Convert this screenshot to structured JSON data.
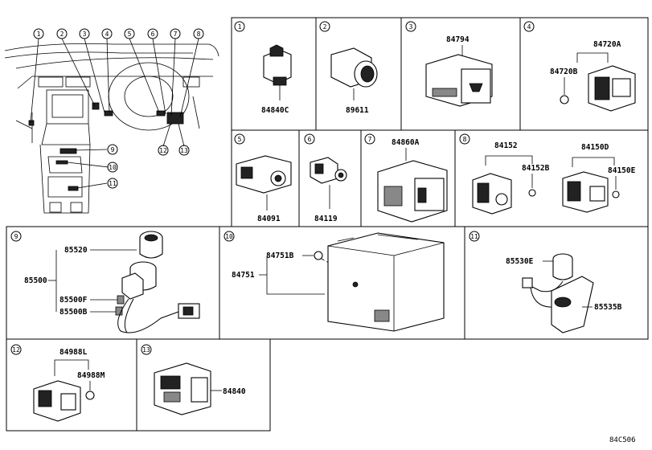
{
  "diagram_code": "84C506",
  "overview": {
    "callouts": [
      "1",
      "2",
      "3",
      "4",
      "5",
      "6",
      "7",
      "8",
      "9",
      "10",
      "11",
      "12",
      "13"
    ]
  },
  "panels": [
    {
      "index": "1",
      "parts": [
        "84840C"
      ]
    },
    {
      "index": "2",
      "parts": [
        "89611"
      ]
    },
    {
      "index": "3",
      "parts": [
        "84794"
      ]
    },
    {
      "index": "4",
      "parts": [
        "84720A",
        "84720B"
      ]
    },
    {
      "index": "5",
      "parts": [
        "84091"
      ]
    },
    {
      "index": "6",
      "parts": [
        "84119"
      ]
    },
    {
      "index": "7",
      "parts": [
        "84860A"
      ]
    },
    {
      "index": "8",
      "parts": [
        "84152",
        "84152B",
        "84150D",
        "84150E"
      ]
    },
    {
      "index": "9",
      "parts": [
        "85520",
        "85500",
        "85500F",
        "85500B"
      ]
    },
    {
      "index": "10",
      "parts": [
        "84751B",
        "84751"
      ]
    },
    {
      "index": "11",
      "parts": [
        "85530E",
        "85535B"
      ]
    },
    {
      "index": "12",
      "parts": [
        "84988L",
        "84988M"
      ]
    },
    {
      "index": "13",
      "parts": [
        "84840"
      ]
    }
  ]
}
